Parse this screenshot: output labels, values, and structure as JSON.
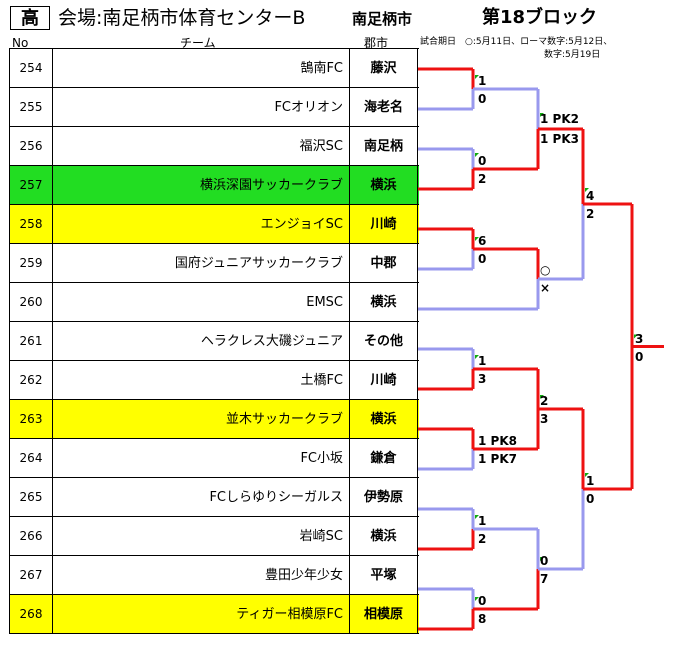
{
  "header": {
    "grade": "高",
    "venue": "会場:南足柄市体育センターB",
    "city": "南足柄市",
    "block": "第18ブロック",
    "col_no": "No",
    "col_team": "チーム",
    "col_city": "郡市",
    "note_line1": "試合期日　○:5月11日、ローマ数字:5月12日、",
    "note_line2": "数字:5月19日"
  },
  "teams": [
    {
      "no": "254",
      "name": "鵠南FC",
      "city": "藤沢",
      "color": ""
    },
    {
      "no": "255",
      "name": "FCオリオン",
      "city": "海老名",
      "color": ""
    },
    {
      "no": "256",
      "name": "福沢SC",
      "city": "南足柄",
      "color": ""
    },
    {
      "no": "257",
      "name": "横浜深園サッカークラブ",
      "city": "横浜",
      "color": "green"
    },
    {
      "no": "258",
      "name": "エンジョイSC",
      "city": "川崎",
      "color": "yellow"
    },
    {
      "no": "259",
      "name": "国府ジュニアサッカークラブ",
      "city": "中郡",
      "color": ""
    },
    {
      "no": "260",
      "name": "EMSC",
      "city": "横浜",
      "color": ""
    },
    {
      "no": "261",
      "name": "ヘラクレス大磯ジュニア",
      "city": "その他",
      "color": ""
    },
    {
      "no": "262",
      "name": "土橋FC",
      "city": "川崎",
      "color": ""
    },
    {
      "no": "263",
      "name": "並木サッカークラブ",
      "city": "横浜",
      "color": "yellow"
    },
    {
      "no": "264",
      "name": "FC小坂",
      "city": "鎌倉",
      "color": ""
    },
    {
      "no": "265",
      "name": "FCしらゆりシーガルス",
      "city": "伊勢原",
      "color": ""
    },
    {
      "no": "266",
      "name": "岩崎SC",
      "city": "横浜",
      "color": ""
    },
    {
      "no": "267",
      "name": "豊田少年少女",
      "city": "平塚",
      "color": ""
    },
    {
      "no": "268",
      "name": "ティガー相模原FC",
      "city": "相模原",
      "color": "yellow"
    }
  ],
  "scores": {
    "r1_254": "1",
    "r1_255": "0",
    "r1_256": "0",
    "r1_257": "2",
    "r1_258": "6",
    "r1_259": "0",
    "r1_261": "1",
    "r1_262": "3",
    "r1_263": "1 PK8",
    "r1_264": "1 PK7",
    "r1_265": "1",
    "r1_266": "2",
    "r1_267": "0",
    "r1_268": "8",
    "r2_top": "1 PK2",
    "r2_bot": "1 PK3",
    "r2b_top": "○",
    "r2b_bot": "×",
    "r2c_top": "2",
    "r2c_bot": "3",
    "r2d_top": "0",
    "r2d_bot": "7",
    "r3_top": "4",
    "r3_bot": "2",
    "r3b_top": "1",
    "r3b_bot": "0",
    "final_top": "3",
    "final_bot": "0"
  },
  "colors": {
    "win": "#ee1111",
    "lose": "#9999ee",
    "green": "#22dd22",
    "yellow": "#ffff00"
  }
}
